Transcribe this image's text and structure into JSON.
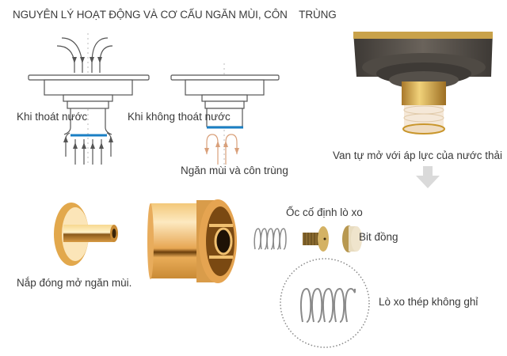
{
  "title": "NGUYÊN LÝ HOẠT ĐỘNG VÀ CƠ CẤU NGĂN MÙI, CÔN    TRÙNG",
  "diagrams": {
    "draining": {
      "label": "Khi thoát nước"
    },
    "not_draining": {
      "label": "Khi không thoát nước",
      "sub_label": "Ngăn mùi và côn trùng"
    }
  },
  "product_photo": {
    "caption": "Van tự mở với áp lực của nước thải"
  },
  "parts": [
    {
      "id": "cap",
      "label": "Nắp đóng mở ngăn mùi."
    },
    {
      "id": "housing",
      "label": ""
    },
    {
      "id": "screw",
      "label": "Ốc cố định lò xo"
    },
    {
      "id": "copper-plug",
      "label": "Bit đồng"
    },
    {
      "id": "spring",
      "label": "Lò xo thép không ghỉ"
    }
  ],
  "colors": {
    "text": "#3a3a3a",
    "seal_blue": "#1a7fc4",
    "insect_arrow": "#d9a07a",
    "gold": "#d9a23c",
    "bronze_dark": "#4a4540",
    "arrow_grey": "#d8d8d8"
  }
}
